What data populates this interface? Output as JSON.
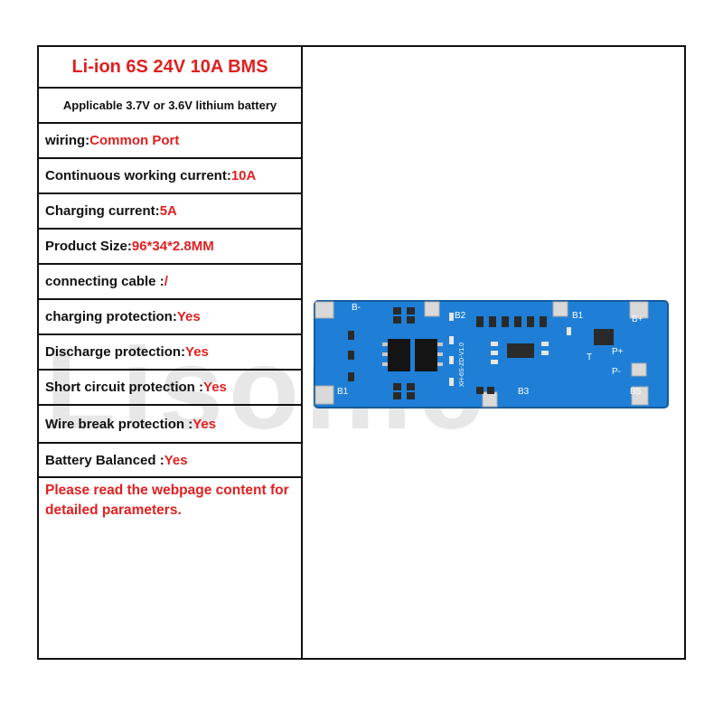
{
  "watermark": "Lisonic",
  "spec_table": {
    "title": "Li-ion 6S 24V 10A BMS",
    "subtitle": "Applicable 3.7V or 3.6V lithium battery",
    "rows": [
      {
        "label": "wiring:",
        "value": "Common Port"
      },
      {
        "label": "Continuous working current:",
        "value": "10A"
      },
      {
        "label": "Charging current:",
        "value": "5A"
      },
      {
        "label": "Product Size:",
        "value": "96*34*2.8MM"
      },
      {
        "label": "connecting cable : ",
        "value": "/"
      },
      {
        "label": "charging protection: ",
        "value": "Yes"
      },
      {
        "label": "Discharge protection: ",
        "value": "Yes"
      },
      {
        "label": "Short circuit protection :",
        "value": "Yes"
      },
      {
        "label": "Wire break protection :",
        "value": "Yes"
      },
      {
        "label": "Battery Balanced :",
        "value": "Yes"
      }
    ],
    "note": "Please read the webpage content for detailed parameters."
  },
  "board": {
    "pad_labels": {
      "b_minus": "B-",
      "b1_top": "B1",
      "b1_bottom": "B1",
      "b2": "B2",
      "b3": "B3",
      "b5": "B5",
      "b_plus": "B+",
      "p_plus": "P+",
      "p_minus": "P-",
      "t": "T"
    },
    "silkscreen_text": "XH-6S-ZD-V1.0"
  },
  "colors": {
    "accent_red": "#e02020",
    "border": "#111111",
    "pcb_blue": "#1f7fd6",
    "pad_silver": "#d9d9d9"
  }
}
